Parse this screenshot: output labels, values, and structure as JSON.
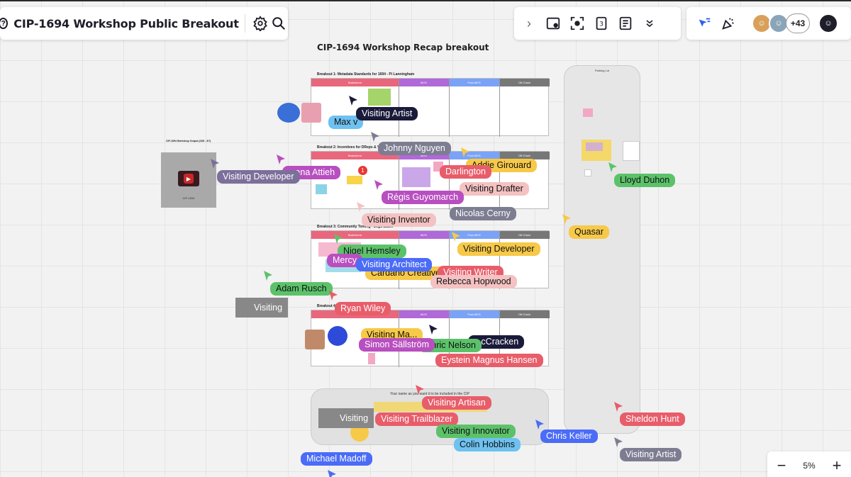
{
  "title_bar": {
    "board_title": "CIP-1694 Workshop Public Breakout"
  },
  "toolbar": {
    "icons": [
      "chevron-right-icon",
      "frame-icon",
      "focus-icon",
      "timer-icon",
      "notes-icon",
      "chevron-down-double-icon"
    ]
  },
  "collab": {
    "more_count": "+43",
    "icons": [
      "cursor-filter-icon",
      "celebrate-icon"
    ]
  },
  "zoom": {
    "minus": "−",
    "value": "5%",
    "plus": "+"
  },
  "canvas": {
    "title": "CIP-1694 Workshop Recap breakout",
    "breakouts": [
      {
        "title": "Breakout 1: Metadata Standards for 1694 - Pi Lanningham"
      },
      {
        "title": "Breakout 2: Incentives for DReps & Vot..."
      },
      {
        "title": "Breakout 3: Community Tooling - Logo Bauer"
      },
      {
        "title": "Breakout 4:"
      }
    ],
    "columns": [
      "Brainstorm",
      "MVG",
      "Post-MVG",
      "Off-Chain"
    ],
    "parking_lot": "Parking Lot",
    "video_caption": "CIP-1694 Workshop Output (23/8 - 3/7)",
    "video_sub": "CIP-1694",
    "names_prompt": "Your name as you want it to be included in the CIP",
    "badge": "1"
  },
  "cursors": [
    {
      "label": "Visiting Artist",
      "bg": "#1a1a3a",
      "fg": "#ffffff"
    },
    {
      "label": "Max v",
      "bg": "#6ec1f0",
      "fg": "#111111"
    },
    {
      "label": "Johnny Nguyen",
      "bg": "#7d7d92",
      "fg": "#ffffff"
    },
    {
      "label": "Visiting Developer",
      "bg": "#7c6f9a",
      "fg": "#ffffff"
    },
    {
      "label": "...ana Attieh",
      "bg": "#b84fc0",
      "fg": "#ffffff"
    },
    {
      "label": "Addie Girouard",
      "bg": "#f7c948",
      "fg": "#111111"
    },
    {
      "label": "Darlington",
      "bg": "#e85d6a",
      "fg": "#ffffff"
    },
    {
      "label": "Visiting Drafter",
      "bg": "#f4c2c2",
      "fg": "#111111"
    },
    {
      "label": "Régis Guyomarch",
      "bg": "#b84fc0",
      "fg": "#ffffff"
    },
    {
      "label": "Nicolas Cerny",
      "bg": "#7d7d92",
      "fg": "#ffffff"
    },
    {
      "label": "Visiting Inventor",
      "bg": "#f4c2c2",
      "fg": "#111111"
    },
    {
      "label": "Lloyd Duhon",
      "bg": "#5cc26a",
      "fg": "#111111"
    },
    {
      "label": "Quasar",
      "bg": "#f7c948",
      "fg": "#111111"
    },
    {
      "label": "Nigel Hemsley",
      "bg": "#5cc26a",
      "fg": "#111111"
    },
    {
      "label": "Visiting Developer",
      "bg": "#f7c948",
      "fg": "#111111"
    },
    {
      "label": "Mercy",
      "bg": "#b84fc0",
      "fg": "#ffffff"
    },
    {
      "label": "Visiting Architect",
      "bg": "#4a6cf7",
      "fg": "#ffffff"
    },
    {
      "label": "Cardano Creative",
      "bg": "#f7c948",
      "fg": "#111111"
    },
    {
      "label": "Visiting Writer",
      "bg": "#e85d6a",
      "fg": "#ffffff"
    },
    {
      "label": "Rebecca Hopwood",
      "bg": "#f4c2c2",
      "fg": "#111111"
    },
    {
      "label": "Adam Rusch",
      "bg": "#5cc26a",
      "fg": "#111111"
    },
    {
      "label": "Visiting",
      "bg": "#888888",
      "fg": "#ffffff"
    },
    {
      "label": "Ryan Wiley",
      "bg": "#e85d6a",
      "fg": "#ffffff"
    },
    {
      "label": "Visiting Ma...",
      "bg": "#f7c948",
      "fg": "#111111"
    },
    {
      "label": "...cCracken",
      "bg": "#1a1a3a",
      "fg": "#ffffff"
    },
    {
      "label": "Simon Sällström",
      "bg": "#b84fc0",
      "fg": "#ffffff"
    },
    {
      "label": "...nric Nelson",
      "bg": "#5cc26a",
      "fg": "#111111"
    },
    {
      "label": "Eystein Magnus Hansen",
      "bg": "#e85d6a",
      "fg": "#ffffff"
    },
    {
      "label": "Visiting Artisan",
      "bg": "#e85d6a",
      "fg": "#ffffff"
    },
    {
      "label": "Visiting Trailblazer",
      "bg": "#e85d6a",
      "fg": "#ffffff"
    },
    {
      "label": "Visiting",
      "bg": "#888888",
      "fg": "#ffffff"
    },
    {
      "label": "Visiting Innovator",
      "bg": "#5cc26a",
      "fg": "#111111"
    },
    {
      "label": "Colin Hobbins",
      "bg": "#6ec1f0",
      "fg": "#111111"
    },
    {
      "label": "Chris Keller",
      "bg": "#4a6cf7",
      "fg": "#ffffff"
    },
    {
      "label": "Sheldon Hunt",
      "bg": "#e85d6a",
      "fg": "#ffffff"
    },
    {
      "label": "Visiting Artist",
      "bg": "#7d7d92",
      "fg": "#ffffff"
    },
    {
      "label": "Michael Madoff",
      "bg": "#4a6cf7",
      "fg": "#ffffff"
    }
  ]
}
